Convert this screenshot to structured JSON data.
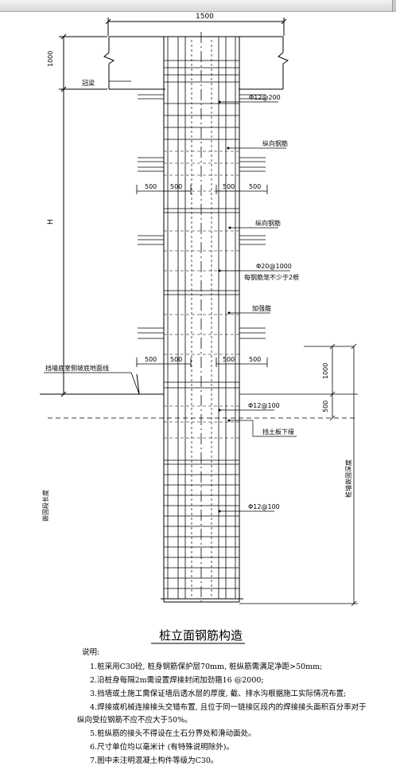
{
  "drawing": {
    "title": "桩立面钢筋构造",
    "dimensions": {
      "top_width": "1500",
      "top_height": "1000",
      "splice_length": "500",
      "embed_1000": "1000",
      "embed_500": "500",
      "height_label": "H"
    },
    "labels": {
      "cap_beam": "冠梁",
      "stirrup_top": "Φ12@200",
      "main_rebar_1": "纵向钢筋",
      "main_rebar_2": "纵向钢筋",
      "stiff_ring": "Φ20@1000",
      "stiff_ring_note": "每钢筋笼不少于2根",
      "spiral": "加强箍",
      "base_line": "挡墙底室侧坡底地面线",
      "stirrup_mid": "Φ12@100",
      "wall_bottom": "挡土板下缘",
      "stirrup_bottom": "Φ12@100",
      "left_vertical": "嵌固段长度",
      "right_vertical": "桩墙嵌固深度"
    }
  },
  "notes": {
    "heading": "说明:",
    "items": [
      "1.桩采用C30砼, 桩身钢筋保护层70mm, 桩纵筋需满足净距>50mm;",
      "2.沿桩身每隔2m需设置焊接封闭加劲箍16 @2000;",
      "3.挡墙或土施工需保证墙后透水层的厚度, 截、排水沟根据施工实际情况布置;",
      "4.焊接或机械连接接头交错布置, 且位于同一链接区段内的焊接接头面积百分率对于",
      "纵向受拉钢筋不应不应大于50%。",
      "5.桩纵筋的接头不得设在土石分界处和滑动面处。",
      "6.尺寸单位均以毫米计 (有特殊说明除外)。",
      "7.图中未注明混凝土构件等级为C30。"
    ]
  }
}
